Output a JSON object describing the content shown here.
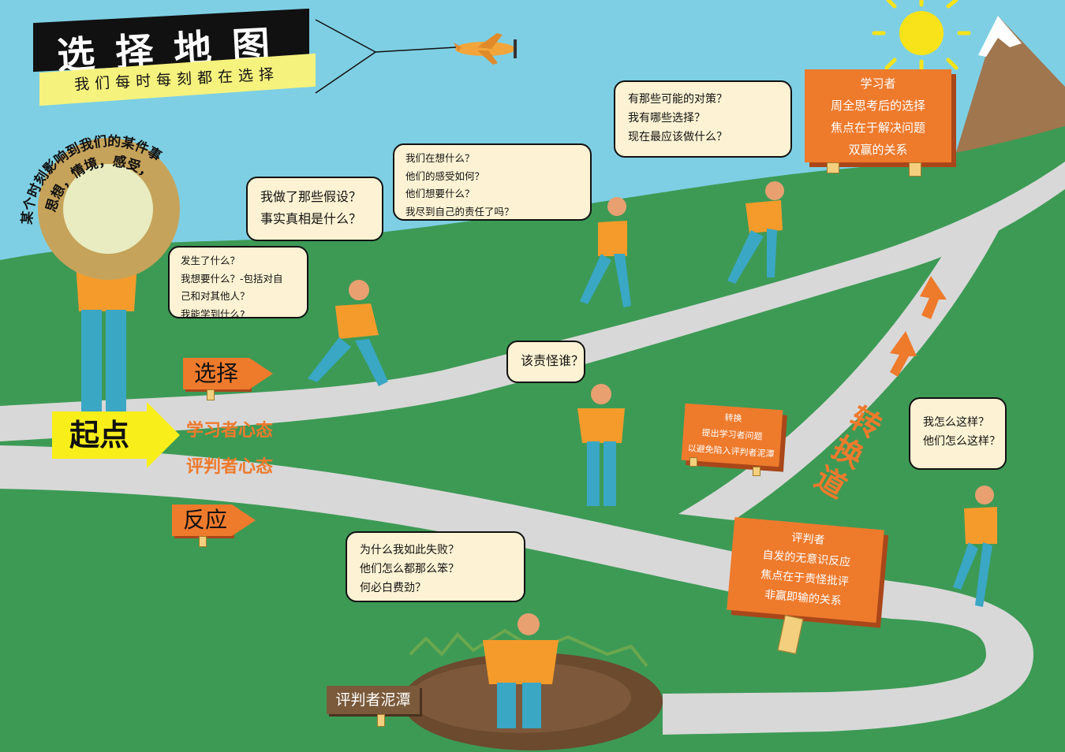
{
  "title": {
    "main": "选择地图",
    "subtitle": "我们每时每刻都在选择"
  },
  "start": {
    "curved_text": "某个时刻影响到我们的某件事",
    "inner_text": "思想，情境，感受，",
    "label": "起点"
  },
  "arrows": {
    "choice": "选择",
    "reaction": "反应"
  },
  "roads": {
    "learner_mindset": "学习者心态",
    "judger_mindset": "评判者心态",
    "switch_lane": "转换道"
  },
  "bubbles": {
    "b1": [
      "发生了什么？",
      "我想要什么？-包括对自",
      "己和对其他人？",
      "我能学到什么?"
    ],
    "b2": [
      "我做了那些假设？",
      "事实真相是什么？"
    ],
    "b3": [
      "我们在想什么？",
      "他们的感受如何？",
      "他们想要什么？",
      "我尽到自己的责任了吗？"
    ],
    "b4": [
      "有那些可能的对策？",
      "我有哪些选择？",
      "现在最应该做什么？"
    ],
    "b5": [
      "该责怪谁？"
    ],
    "b6": [
      "我怎么这样？",
      "他们怎么这样？"
    ],
    "b7": [
      "为什么我如此失败？",
      "他们怎么都那么笨？",
      "何必白费劲？"
    ]
  },
  "signs": {
    "learner": [
      "学习者",
      "周全思考后的选择",
      "焦点在于解决问题",
      "双赢的关系"
    ],
    "switch": [
      "转换",
      "提出学习者问题",
      "以避免陷入评判者泥潭"
    ],
    "judger": [
      "评判者",
      "自发的无意识反应",
      "焦点在于责怪批评",
      "非赢即输的关系"
    ],
    "mud": "评判者泥潭"
  },
  "colors": {
    "sky": "#7ecfe4",
    "grass": "#3d9a55",
    "road": "#d8d8d8",
    "orange": "#ee7a2c",
    "yellow": "#f8ef1a",
    "bubble": "#fdf3d4"
  }
}
